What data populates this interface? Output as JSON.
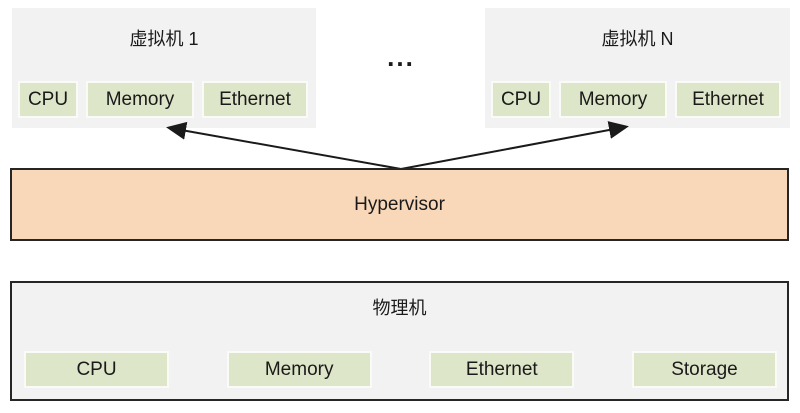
{
  "diagram_title": "virtualization-architecture",
  "vms": [
    {
      "title": "虚拟机 1",
      "chips": [
        "CPU",
        "Memory",
        "Ethernet"
      ]
    },
    {
      "title": "虚拟机 N",
      "chips": [
        "CPU",
        "Memory",
        "Ethernet"
      ]
    }
  ],
  "ellipsis": "...",
  "hypervisor": {
    "label": "Hypervisor"
  },
  "physical": {
    "title": "物理机",
    "chips": [
      "CPU",
      "Memory",
      "Ethernet",
      "Storage"
    ]
  },
  "colors": {
    "vm_bg": "#f2f2f2",
    "chip_bg": "#dde6c9",
    "chip_border": "#fafbf6",
    "hypervisor_bg": "#f8d8b8",
    "border_dark": "#262626",
    "text": "#1a1a1a",
    "arrow": "#1a1a1a"
  }
}
